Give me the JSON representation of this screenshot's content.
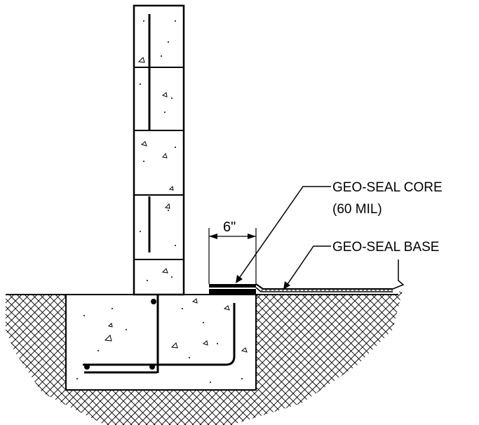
{
  "labels": {
    "core_line1": "GEO-SEAL CORE",
    "core_line2": "(60 MIL)",
    "base": "GEO-SEAL BASE",
    "dimension": "6\""
  },
  "colors": {
    "line": "#000000",
    "background": "#ffffff"
  }
}
